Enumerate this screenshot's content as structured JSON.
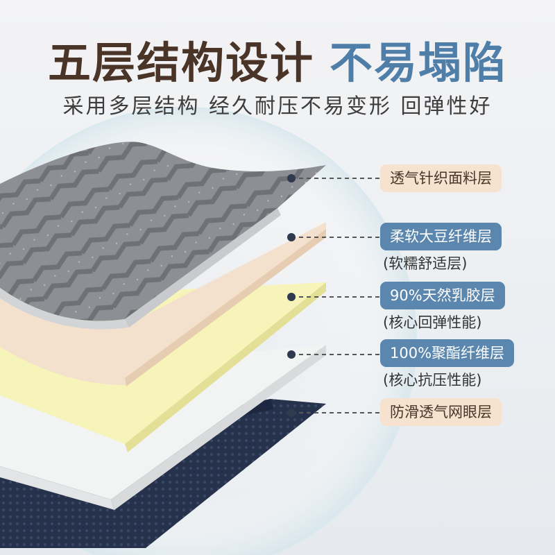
{
  "header": {
    "title_main": "五层结构设计",
    "title_accent": "不易塌陷",
    "subtitle": "采用多层结构 经久耐压不易变形 回弹性好"
  },
  "layers": [
    {
      "label": "透气针织面料层",
      "sub": ""
    },
    {
      "label": "柔软大豆纤维层",
      "sub": "(软糯舒适层)"
    },
    {
      "label": "90%天然乳胶层",
      "sub": "(核心回弹性能)"
    },
    {
      "label": "100%聚酯纤维层",
      "sub": "(核心抗压性能)"
    },
    {
      "label": "防滑透气网眼层",
      "sub": ""
    }
  ],
  "colors": {
    "title_brown": "#4a3427",
    "title_blue": "#4f7ea8",
    "label_light_bg": "#f6e2cf",
    "label_blue_bg": "#5b86ad",
    "knit_gray": "#8e9096",
    "soy_beige": "#f3dfcb",
    "latex_yellow": "#f5f3b9",
    "polyester_white": "#f1f2f2",
    "mesh_navy": "#25304a"
  }
}
